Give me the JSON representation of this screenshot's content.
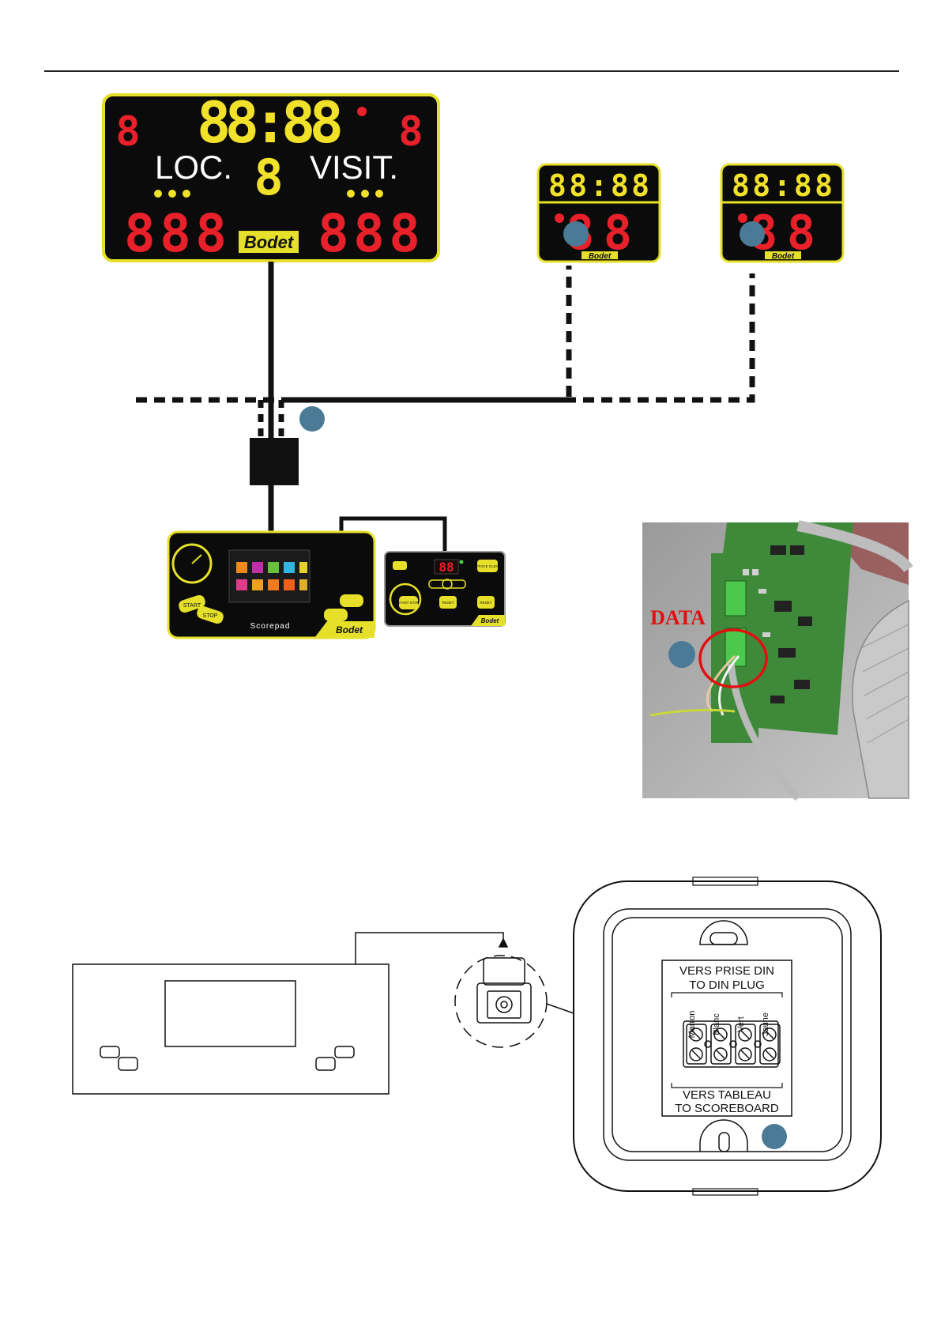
{
  "scoreboard": {
    "time": "88:88",
    "period": "8",
    "left_digit": "8",
    "right_digit": "8",
    "home_label": "LOC.",
    "away_label": "VISIT.",
    "home_score": "888",
    "away_score": "888",
    "brand": "Bodet"
  },
  "shot_clocks": [
    {
      "time": "88:88",
      "count": "88",
      "brand": "Bodet"
    },
    {
      "time": "88:88",
      "count": "88",
      "brand": "Bodet"
    }
  ],
  "scorepad": {
    "label": "Scorepad",
    "brand": "Bodet",
    "start_label": "START",
    "stop_label": "STOP"
  },
  "remote": {
    "display": "88",
    "clear_label": "EFFACE CLEAR",
    "reset_label": "RESET",
    "start_stop_label": "START STOP",
    "brand": "Bodet"
  },
  "photo": {
    "data_label": "DATA"
  },
  "junction_box": {
    "top_line1": "VERS PRISE DIN",
    "top_line2": "TO DIN PLUG",
    "wires": [
      "Marron",
      "Blanc",
      "Vert",
      "Jaune"
    ],
    "bottom_line1": "VERS TABLEAU",
    "bottom_line2": "TO SCOREBOARD"
  },
  "colors": {
    "led_yellow": "#f2e12a",
    "led_red": "#e8202a",
    "frame_yellow": "#e6e02a",
    "marker_blue": "#4a7a96",
    "circuit_green": "#3f8a3a"
  }
}
